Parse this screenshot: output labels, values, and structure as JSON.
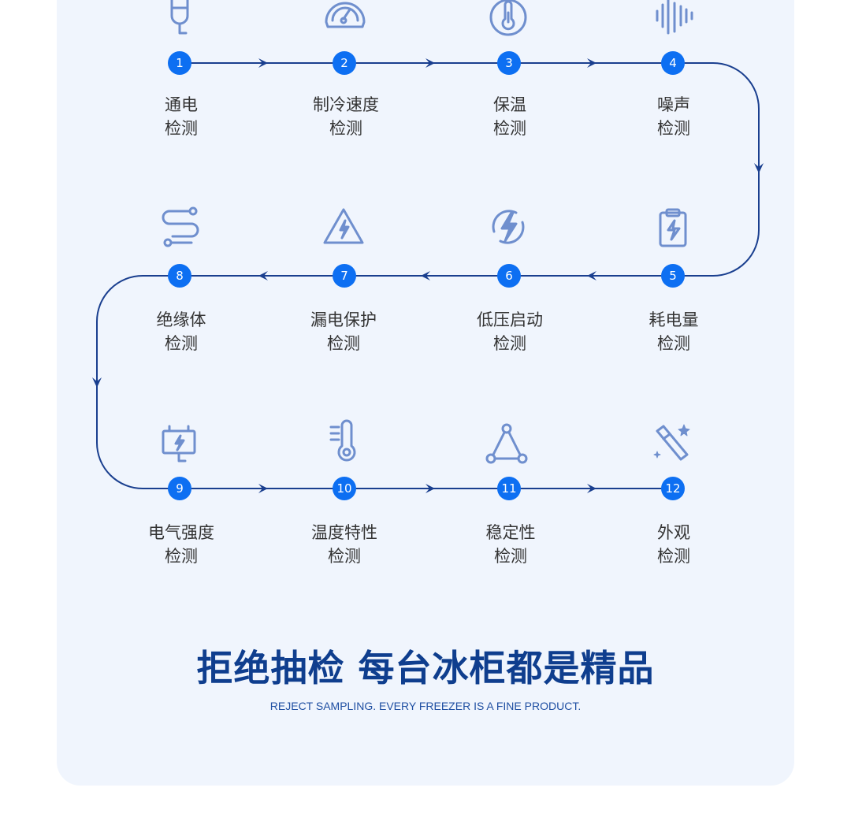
{
  "steps": [
    {
      "num": "1",
      "line1": "通电",
      "line2": "检测",
      "icon": "plug-icon"
    },
    {
      "num": "2",
      "line1": "制冷速度",
      "line2": "检测",
      "icon": "gauge-icon"
    },
    {
      "num": "3",
      "line1": "保温",
      "line2": "检测",
      "icon": "thermometer-circle-icon"
    },
    {
      "num": "4",
      "line1": "噪声",
      "line2": "检测",
      "icon": "sound-wave-icon"
    },
    {
      "num": "5",
      "line1": "耗电量",
      "line2": "检测",
      "icon": "battery-clipboard-icon"
    },
    {
      "num": "6",
      "line1": "低压启动",
      "line2": "检测",
      "icon": "lightning-circle-icon"
    },
    {
      "num": "7",
      "line1": "漏电保护",
      "line2": "检测",
      "icon": "warning-triangle-icon"
    },
    {
      "num": "8",
      "line1": "绝缘体",
      "line2": "检测",
      "icon": "route-icon"
    },
    {
      "num": "9",
      "line1": "电气强度",
      "line2": "检测",
      "icon": "electric-panel-icon"
    },
    {
      "num": "10",
      "line1": "温度特性",
      "line2": "检测",
      "icon": "thermometer-icon"
    },
    {
      "num": "11",
      "line1": "稳定性",
      "line2": "检测",
      "icon": "triangle-nodes-icon"
    },
    {
      "num": "12",
      "line1": "外观",
      "line2": "检测",
      "icon": "magic-wand-icon"
    }
  ],
  "slogan": "拒绝抽检  每台冰柜都是精品",
  "slogan_en": "REJECT SAMPLING. EVERY FREEZER IS A FINE PRODUCT.",
  "colors": {
    "card_bg": "#f0f5fd",
    "line": "#1a3f8f",
    "node": "#0d6ff2",
    "icon": "#6f8fce",
    "title": "#0f3e8e",
    "text": "#333333"
  }
}
